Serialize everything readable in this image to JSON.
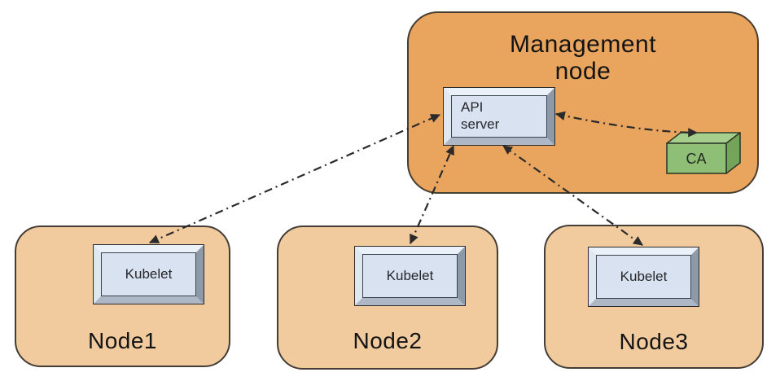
{
  "diagram": {
    "management": {
      "label": "Management node",
      "api_server_label": "API server",
      "ca_label": "CA"
    },
    "worker_nodes": [
      {
        "label": "Node1",
        "component_label": "Kubelet"
      },
      {
        "label": "Node2",
        "component_label": "Kubelet"
      },
      {
        "label": "Node3",
        "component_label": "Kubelet"
      }
    ],
    "connections": [
      {
        "from": "API server",
        "to": "Kubelet (Node1)",
        "style": "dash-dot",
        "bidirectional": true
      },
      {
        "from": "API server",
        "to": "Kubelet (Node2)",
        "style": "dash-dot",
        "bidirectional": true
      },
      {
        "from": "API server",
        "to": "Kubelet (Node3)",
        "style": "dash-dot",
        "bidirectional": true
      },
      {
        "from": "API server",
        "to": "CA",
        "style": "dash-dot",
        "bidirectional": true
      }
    ],
    "colors": {
      "management_fill": "#e9a45e",
      "worker_fill": "#f1cb9e",
      "box_face": "#d8e2f0",
      "box_bevel_light": "#ebf1f8",
      "box_bevel_dark": "#8e99a8",
      "ca_front": "#8fbe76",
      "ca_top": "#a6ce8d",
      "ca_side": "#74a35a",
      "connector": "#2b2b2b",
      "outline": "#473d30"
    }
  }
}
